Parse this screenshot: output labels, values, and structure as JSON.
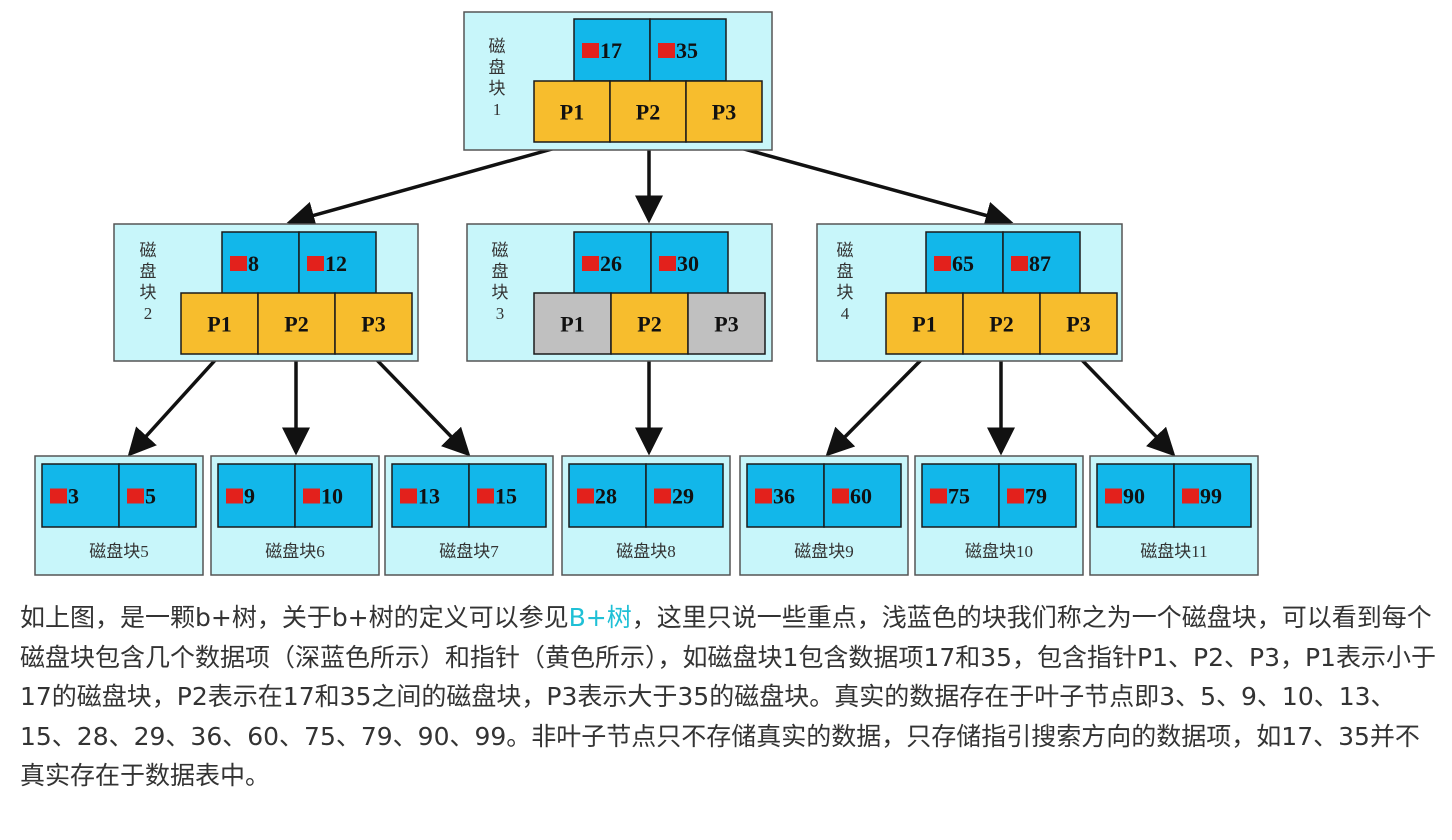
{
  "colors": {
    "block_bg": "#c8f6fa",
    "data_cell": "#12b7ea",
    "pointer_active": "#f7bd2d",
    "pointer_inactive": "#c0c0c0",
    "marker": "#e3211c",
    "arrow": "#111111",
    "link": "#1fc0d6"
  },
  "root": {
    "label_chars": [
      "磁",
      "盘",
      "块",
      "1"
    ],
    "keys": [
      "17",
      "35"
    ],
    "pointers": [
      "P1",
      "P2",
      "P3"
    ]
  },
  "internal": [
    {
      "label_chars": [
        "磁",
        "盘",
        "块",
        "2"
      ],
      "keys": [
        "8",
        "12"
      ],
      "pointers": [
        "P1",
        "P2",
        "P3"
      ],
      "pointer_state": [
        "active",
        "active",
        "active"
      ]
    },
    {
      "label_chars": [
        "磁",
        "盘",
        "块",
        "3"
      ],
      "keys": [
        "26",
        "30"
      ],
      "pointers": [
        "P1",
        "P2",
        "P3"
      ],
      "pointer_state": [
        "inactive",
        "active",
        "inactive"
      ]
    },
    {
      "label_chars": [
        "磁",
        "盘",
        "块",
        "4"
      ],
      "keys": [
        "65",
        "87"
      ],
      "pointers": [
        "P1",
        "P2",
        "P3"
      ],
      "pointer_state": [
        "active",
        "active",
        "active"
      ]
    }
  ],
  "leaves": [
    {
      "keys": [
        "3",
        "5"
      ],
      "label": "磁盘块5"
    },
    {
      "keys": [
        "9",
        "10"
      ],
      "label": "磁盘块6"
    },
    {
      "keys": [
        "13",
        "15"
      ],
      "label": "磁盘块7"
    },
    {
      "keys": [
        "28",
        "29"
      ],
      "label": "磁盘块8"
    },
    {
      "keys": [
        "36",
        "60"
      ],
      "label": "磁盘块9"
    },
    {
      "keys": [
        "75",
        "79"
      ],
      "label": "磁盘块10"
    },
    {
      "keys": [
        "90",
        "99"
      ],
      "label": "磁盘块11"
    }
  ],
  "description": {
    "part1": "如上图，是一颗b+树，关于b+树的定义可以参见",
    "link": "B+树",
    "part2": "，这里只说一些重点，浅蓝色的块我们称之为一个磁盘块，可以看到每个磁盘块包含几个数据项（深蓝色所示）和指针（黄色所示），如磁盘块1包含数据项17和35，包含指针P1、P2、P3，P1表示小于17的磁盘块，P2表示在17和35之间的磁盘块，P3表示大于35的磁盘块。真实的数据存在于叶子节点即3、5、9、10、13、15、28、29、36、60、75、79、90、99。非叶子节点只不存储真实的数据，只存储指引搜索方向的数据项，如17、35并不真实存在于数据表中。"
  }
}
